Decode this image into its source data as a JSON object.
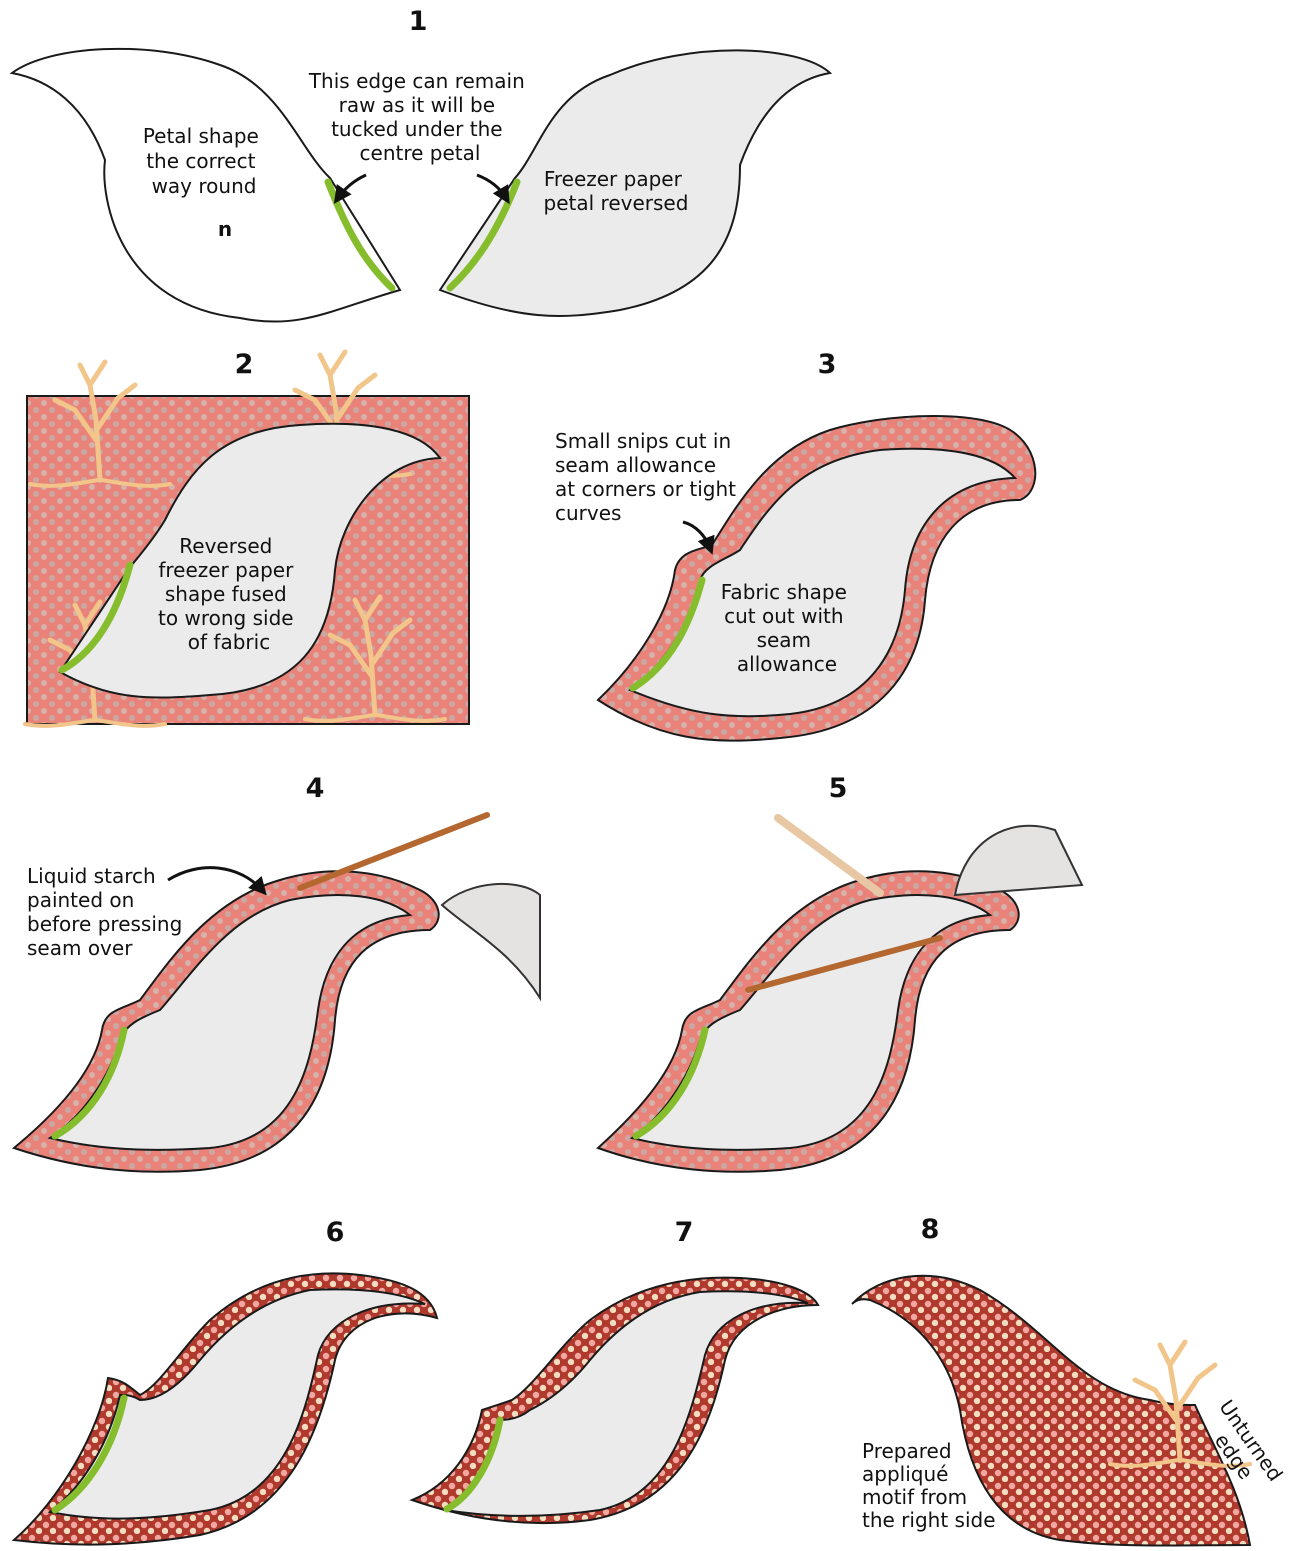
{
  "steps": [
    "1",
    "2",
    "3",
    "4",
    "5",
    "6",
    "7",
    "8"
  ],
  "labels": {
    "s1_left": [
      "Petal shape",
      "the correct",
      "way round"
    ],
    "s1_n": "n",
    "s1_edge": [
      "This edge can remain",
      "raw as it will be",
      "tucked under the",
      "centre petal"
    ],
    "s1_right": [
      "Freezer paper",
      "petal reversed"
    ],
    "s2": [
      "Reversed",
      "freezer paper",
      "shape fused",
      "to wrong side",
      "of fabric"
    ],
    "s3_snips": [
      "Small snips cut in",
      "seam allowance",
      "at corners or tight",
      "curves"
    ],
    "s3_fabric": [
      "Fabric shape",
      "cut out with",
      "seam",
      "allowance"
    ],
    "s4": [
      "Liquid starch",
      "painted on",
      "before pressing",
      "seam over"
    ],
    "s8_motif": [
      "Prepared",
      "appliqué",
      "motif from",
      "the right side"
    ],
    "s8_edge": [
      "Unturned",
      "edge"
    ]
  },
  "colors": {
    "fabric_pink": "#e9837a",
    "fabric_dark": "#b0392e",
    "freezer_paper": "#ebebeb",
    "raw_edge_green": "#86bd2d",
    "tree": "#f2c58a"
  },
  "icons": [
    "tree-icon",
    "paintbrush-icon",
    "iron-icon",
    "curved-arrow-icon"
  ]
}
